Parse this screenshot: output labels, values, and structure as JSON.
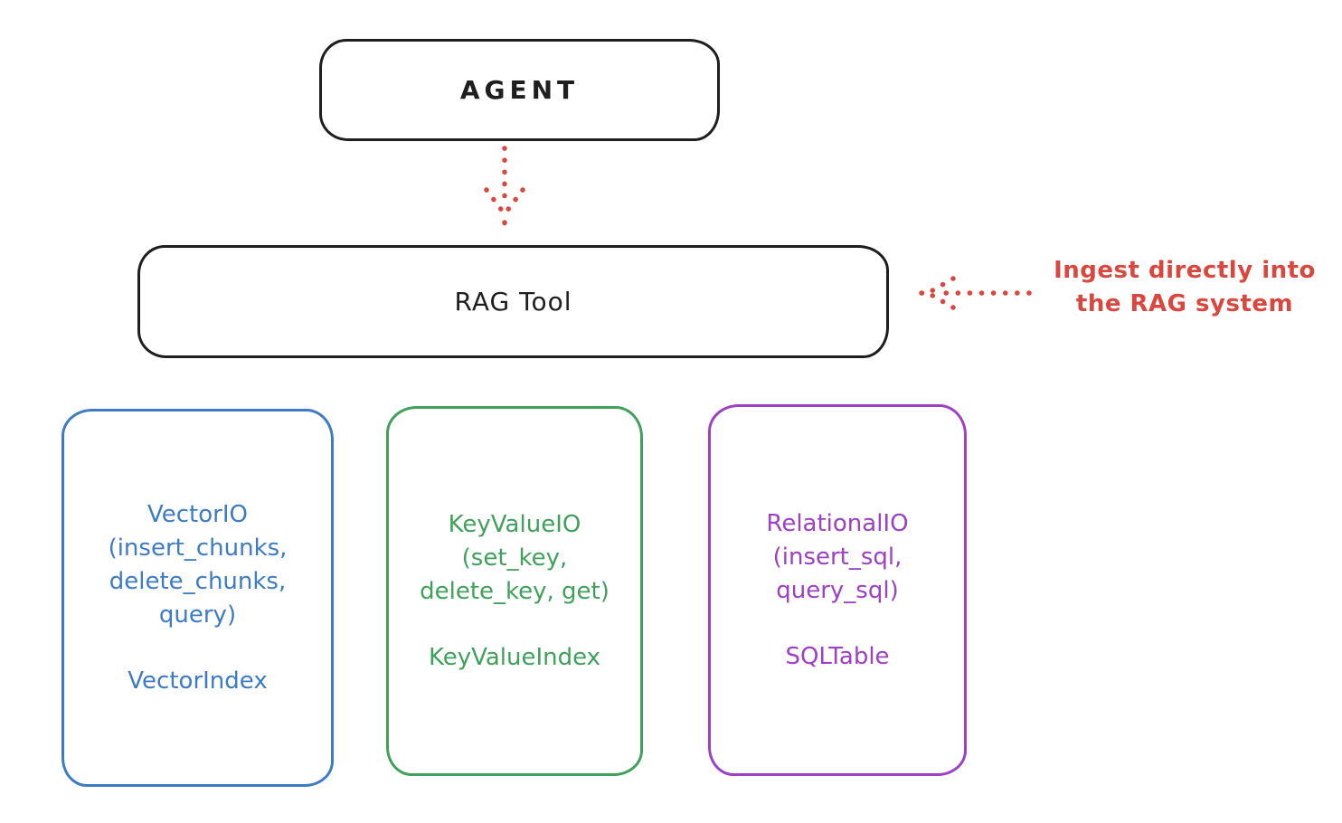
{
  "colors": {
    "ink": "#1e1e1e",
    "red": "#d9473e",
    "blue": "#3d7cc4",
    "green": "#41a05b",
    "purple": "#9d41c4",
    "background": "#ffffff"
  },
  "agent": {
    "label": "AGENT"
  },
  "rag": {
    "label": "RAG Tool"
  },
  "annotation": {
    "text": "Ingest directly into\nthe RAG system"
  },
  "boxes": [
    {
      "name": "vector-io",
      "color": "#3d7cc4",
      "title": "VectorIO\n(insert_chunks,\ndelete_chunks,\nquery)",
      "subtitle": "VectorIndex"
    },
    {
      "name": "key-value-io",
      "color": "#41a05b",
      "title": "KeyValueIO\n(set_key,\ndelete_key, get)",
      "subtitle": "KeyValueIndex"
    },
    {
      "name": "relational-io",
      "color": "#9d41c4",
      "title": "RelationalIO\n(insert_sql,\nquery_sql)",
      "subtitle": "SQLTable"
    }
  ]
}
